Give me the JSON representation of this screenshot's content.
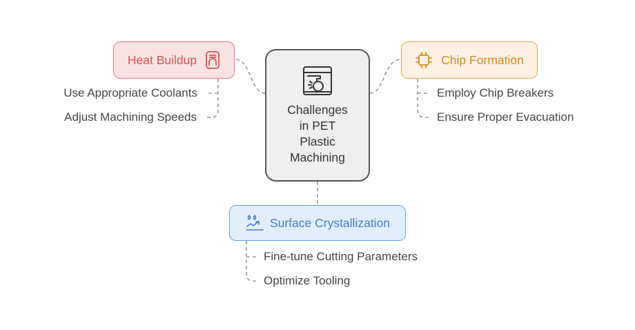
{
  "center": {
    "title": "Challenges\nin PET\nPlastic\nMachining",
    "icon": "machine-icon"
  },
  "branches": {
    "heat": {
      "label": "Heat Buildup",
      "icon": "coolant-tank-icon",
      "color": "#d45555",
      "items": [
        "Use Appropriate Coolants",
        "Adjust Machining Speeds"
      ]
    },
    "chip": {
      "label": "Chip Formation",
      "icon": "chip-icon",
      "color": "#d6892a",
      "items": [
        "Employ Chip Breakers",
        "Ensure Proper Evacuation"
      ]
    },
    "surface": {
      "label": "Surface Crystallization",
      "icon": "crystal-drops-icon",
      "color": "#3f7fd0",
      "items": [
        "Fine-tune Cutting Parameters",
        "Optimize Tooling"
      ]
    }
  },
  "colors": {
    "connector": "#999999",
    "center_border": "#555555"
  }
}
